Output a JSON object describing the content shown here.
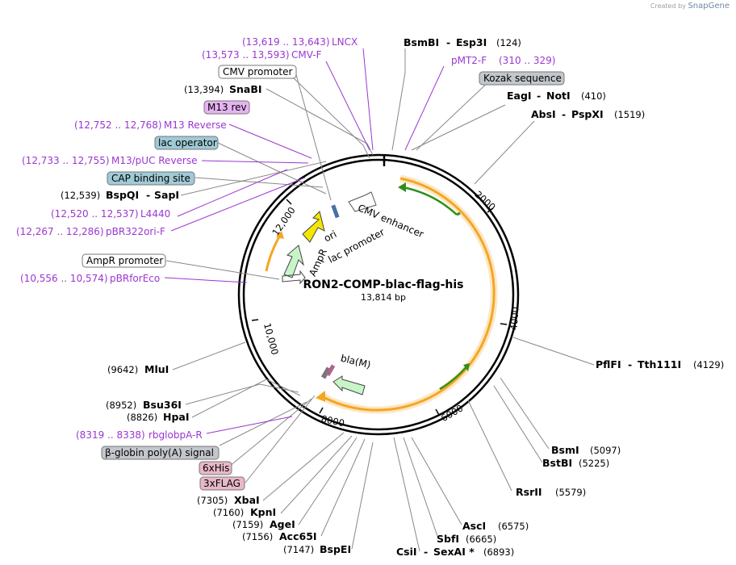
{
  "credit": {
    "prefix": "Created by",
    "brand": "SnapGene"
  },
  "plasmid": {
    "name": "RON2-COMP-blac-flag-his",
    "size": "13,814 bp"
  },
  "ticks": [
    "2000",
    "4000",
    "6000",
    "8000",
    "10,000",
    "12,000"
  ],
  "enzymes": [
    {
      "name": "BsmBI",
      "sep": "-",
      "name2": "Esp3I",
      "pos": "(124)"
    },
    {
      "name": "EagI",
      "sep": "-",
      "name2": "NotI",
      "pos": "(410)"
    },
    {
      "name": "AbsI",
      "sep": "-",
      "name2": "PspXI",
      "pos": "(1519)"
    },
    {
      "name": "PflFI",
      "sep": "-",
      "name2": "Tth111I",
      "pos": "(4129)"
    },
    {
      "name": "BsmI",
      "pos": "(5097)"
    },
    {
      "name": "BstBI",
      "pos": "(5225)"
    },
    {
      "name": "RsrII",
      "pos": "(5579)"
    },
    {
      "name": "AscI",
      "pos": "(6575)"
    },
    {
      "name": "SbfI",
      "pos": "(6665)"
    },
    {
      "name": "CsiI",
      "sep": "-",
      "name2": "SexAI *",
      "pos": "(6893)"
    },
    {
      "name": "BspEI",
      "pos": "(7147)"
    },
    {
      "name": "Acc65I",
      "pos": "(7156)"
    },
    {
      "name": "AgeI",
      "pos": "(7159)"
    },
    {
      "name": "KpnI",
      "pos": "(7160)"
    },
    {
      "name": "XbaI",
      "pos": "(7305)"
    },
    {
      "name": "HpaI",
      "pos": "(8826)"
    },
    {
      "name": "Bsu36I",
      "pos": "(8952)"
    },
    {
      "name": "MluI",
      "pos": "(9642)"
    },
    {
      "name": "BspQI",
      "sep": "-",
      "name2": "SapI",
      "pos": "(12,539)"
    },
    {
      "name": "SnaBI",
      "pos": "(13,394)"
    }
  ],
  "primers": [
    {
      "name": "LNCX",
      "range": "(13,619 .. 13,643)"
    },
    {
      "name": "CMV-F",
      "range": "(13,573 .. 13,593)"
    },
    {
      "name": "pMT2-F",
      "range": "(310 .. 329)"
    },
    {
      "name": "M13 Reverse",
      "range": "(12,752 .. 12,768)"
    },
    {
      "name": "M13/pUC Reverse",
      "range": "(12,733 .. 12,755)"
    },
    {
      "name": "L4440",
      "range": "(12,520 .. 12,537)"
    },
    {
      "name": "pBR322ori-F",
      "range": "(12,267 .. 12,286)"
    },
    {
      "name": "pBRforEco",
      "range": "(10,556 .. 10,574)"
    },
    {
      "name": "rbglobpA-R",
      "range": "(8319 .. 8338)"
    }
  ],
  "boxes": [
    {
      "label": "CMV promoter",
      "color": "#ffffff"
    },
    {
      "label": "M13 rev",
      "color": "#e6b3f2"
    },
    {
      "label": "lac operator",
      "color": "#9fcad6"
    },
    {
      "label": "CAP binding site",
      "color": "#9fcad6"
    },
    {
      "label": "AmpR promoter",
      "color": "#ffffff"
    },
    {
      "label": "Kozak sequence",
      "color": "#c3c7cc"
    },
    {
      "label": "β-globin poly(A) signal",
      "color": "#c3c7cc"
    },
    {
      "label": "6xHis",
      "color": "#e8b7c8"
    },
    {
      "label": "3xFLAG",
      "color": "#e8b7c8"
    }
  ],
  "inner_labels": {
    "cmv_enhancer": "CMV enhancer",
    "lac_promoter": "lac promoter",
    "ori": "ori",
    "ampr": "AmpR",
    "bla": "bla(M)"
  },
  "colors": {
    "primer": "#9a37d1",
    "orf": "#f5a623",
    "green": "#2f8f1a",
    "ori": "#f5e600",
    "ampr": "#c8f5c8"
  }
}
